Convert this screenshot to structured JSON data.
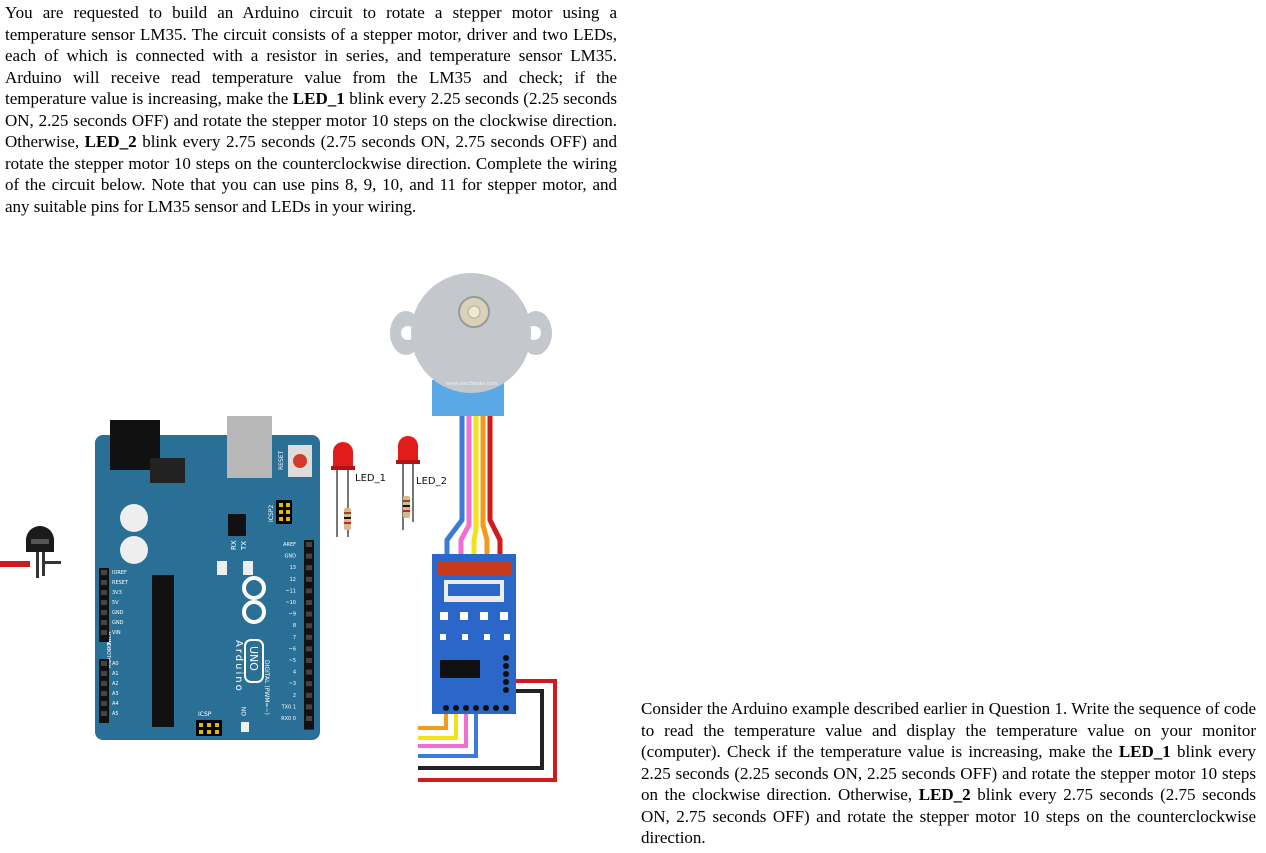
{
  "question1": {
    "part1": "You are requested to build an Arduino circuit to rotate a stepper motor using a temperature sensor LM35. The circuit consists of a stepper motor, driver and two LEDs, each of which is connected with a resistor in series, and temperature sensor LM35. Arduino will receive read temperature value from the LM35 and check; if the temperature value is increasing, make the ",
    "led1": "LED_1",
    "part2": " blink every 2.25 seconds (2.25 seconds ON, 2.25 seconds OFF) and rotate the stepper motor 10 steps on the clockwise direction. Otherwise, ",
    "led2": "LED_2",
    "part3": " blink every 2.75 seconds (2.75 seconds ON, 2.75 seconds OFF) and rotate the stepper motor 10 steps on the counterclockwise direction. Complete the wiring of the circuit below. Note that you can use pins 8, 9, 10, and 11 for stepper motor, and any suitable pins for LM35 sensor and LEDs in your wiring."
  },
  "question2": {
    "part1": "Consider the Arduino example described earlier in Question 1. Write the sequence of code to read the temperature value and display the temperature value on your monitor (computer). Check if the temperature value is increasing, make the ",
    "led1": "LED_1",
    "part2": " blink every 2.25 seconds (2.25 seconds ON, 2.25 seconds OFF) and rotate the stepper motor 10 steps on the clockwise direction. Otherwise, ",
    "led2": "LED_2",
    "part3": " blink every 2.75 seconds (2.75 seconds ON, 2.75 seconds OFF) and rotate the stepper motor 10 steps on the counterclockwise direction."
  },
  "diagram": {
    "led1_label": "LED_1",
    "led2_label": "LED_2",
    "board_name": "Arduino",
    "board_model": "UNO",
    "reset_label": "RESET",
    "icsp2_label": "ICSP2",
    "icsp_label": "ICSP",
    "tx_label": "TX",
    "rx_label": "RX",
    "on_label": "ON",
    "digital_label": "DIGITAL (PWM=~)",
    "analog_label": "ANALOG IN",
    "power_label": "POWER",
    "motor_watermark": "www.elecfreaks.com",
    "power_pins": [
      "IOREF",
      "RESET",
      "3V3",
      "5V",
      "GND",
      "GND",
      "VIN"
    ],
    "analog_pins": [
      "A0",
      "A1",
      "A2",
      "A3",
      "A4",
      "A5"
    ],
    "digital_pins": [
      "AREF",
      "GND",
      "13",
      "12",
      "~11",
      "~10",
      "~9",
      "8",
      "7",
      "~6",
      "~5",
      "4",
      "~3",
      "2",
      "TX0 1",
      "RX0 0"
    ],
    "colors": {
      "board": "#2a6f95",
      "driver": "#2b67c8",
      "motor": "#c4c8cc",
      "motor_cap": "#5aa9e6",
      "wire_red": "#d11a1a",
      "wire_orange": "#f29a1a",
      "wire_yellow": "#f2e21a",
      "wire_pink": "#f06fd1",
      "wire_blue": "#3a7bd5",
      "wire_black": "#222222",
      "led": "#e21b1b"
    }
  }
}
